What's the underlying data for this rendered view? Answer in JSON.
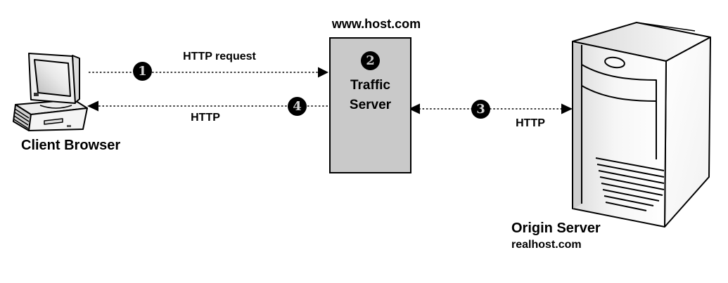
{
  "diagram": {
    "client": {
      "label": "Client Browser"
    },
    "traffic_server": {
      "domain": "www.host.com",
      "name": "Traffic Server",
      "step": "2"
    },
    "origin_server": {
      "label": "Origin Server",
      "hostname": "realhost.com"
    },
    "flows": {
      "request": {
        "step": "1",
        "label": "HTTP request",
        "direction": "client-to-traffic-server"
      },
      "origin": {
        "step": "3",
        "label": "HTTP",
        "direction": "between-traffic-server-and-origin-server"
      },
      "response": {
        "step": "4",
        "label": "HTTP",
        "direction": "traffic-server-to-client"
      }
    },
    "colors": {
      "background": "#ffffff",
      "line": "#000000",
      "box_fill": "#c9c9c9",
      "box_border": "#000000",
      "badge_bg": "#000000",
      "badge_digit": "#c9c9c9"
    }
  }
}
